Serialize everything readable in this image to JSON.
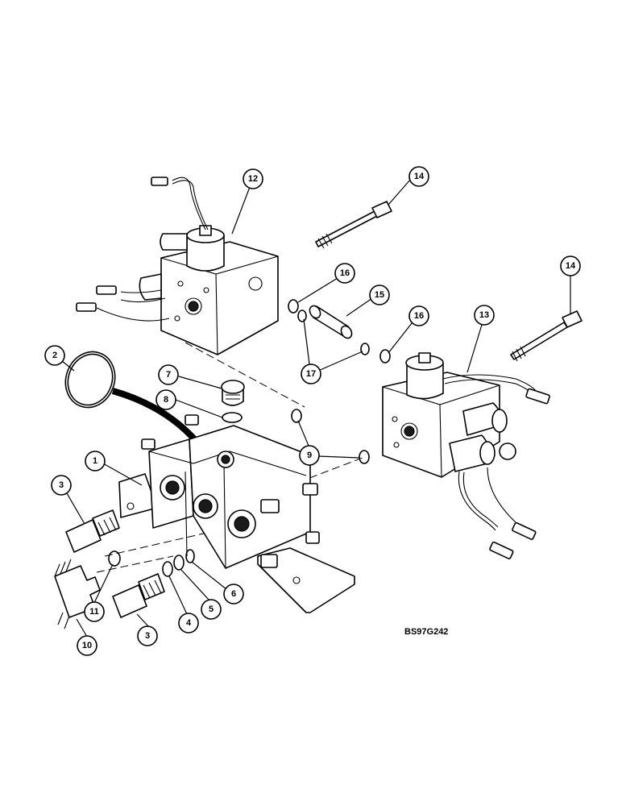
{
  "diagram": {
    "drawing_code": "BS97G242",
    "callouts": [
      {
        "id": "c2",
        "label": "2"
      },
      {
        "id": "c12",
        "label": "12"
      },
      {
        "id": "c14a",
        "label": "14"
      },
      {
        "id": "c14b",
        "label": "14"
      },
      {
        "id": "c16a",
        "label": "16"
      },
      {
        "id": "c15",
        "label": "15"
      },
      {
        "id": "c16b",
        "label": "16"
      },
      {
        "id": "c13",
        "label": "13"
      },
      {
        "id": "c17",
        "label": "17"
      },
      {
        "id": "c7",
        "label": "7"
      },
      {
        "id": "c8",
        "label": "8"
      },
      {
        "id": "c9",
        "label": "9"
      },
      {
        "id": "c1",
        "label": "1"
      },
      {
        "id": "c3a",
        "label": "3"
      },
      {
        "id": "c11",
        "label": "11"
      },
      {
        "id": "c10",
        "label": "10"
      },
      {
        "id": "c3b",
        "label": "3"
      },
      {
        "id": "c4",
        "label": "4"
      },
      {
        "id": "c5",
        "label": "5"
      },
      {
        "id": "c6",
        "label": "6"
      }
    ]
  }
}
